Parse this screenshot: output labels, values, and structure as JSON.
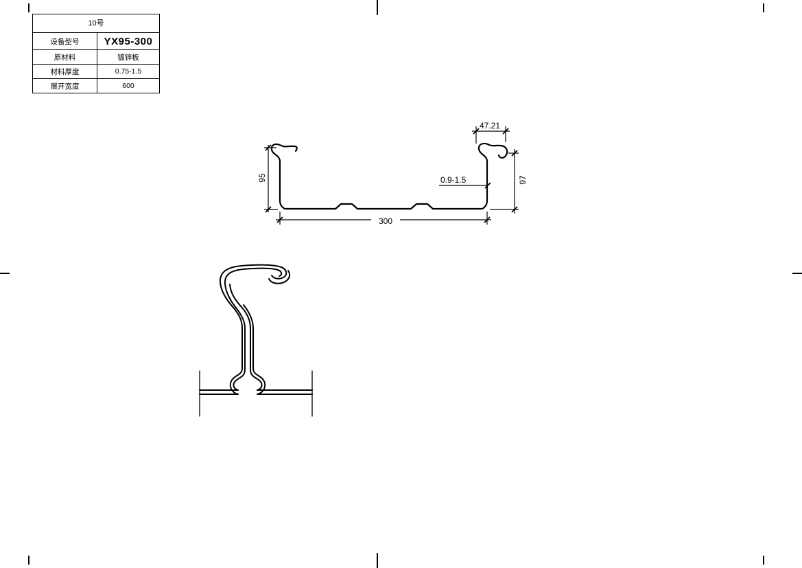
{
  "page": {
    "background": "#ffffff",
    "line_color": "#000000"
  },
  "title_block": {
    "header": "10号",
    "rows": [
      {
        "label": "设备型号",
        "value": "YX95-300"
      },
      {
        "label": "原材料",
        "value": "镀锌板"
      },
      {
        "label": "材料厚度",
        "value": "0.75-1.5"
      },
      {
        "label": "展开宽度",
        "value": "600"
      }
    ]
  },
  "section_view": {
    "dim_hook_width": "47.21",
    "dim_height_left": "95",
    "dim_height_right": "97",
    "thickness_range": "0.9-1.5",
    "dim_overall_width": "300"
  }
}
